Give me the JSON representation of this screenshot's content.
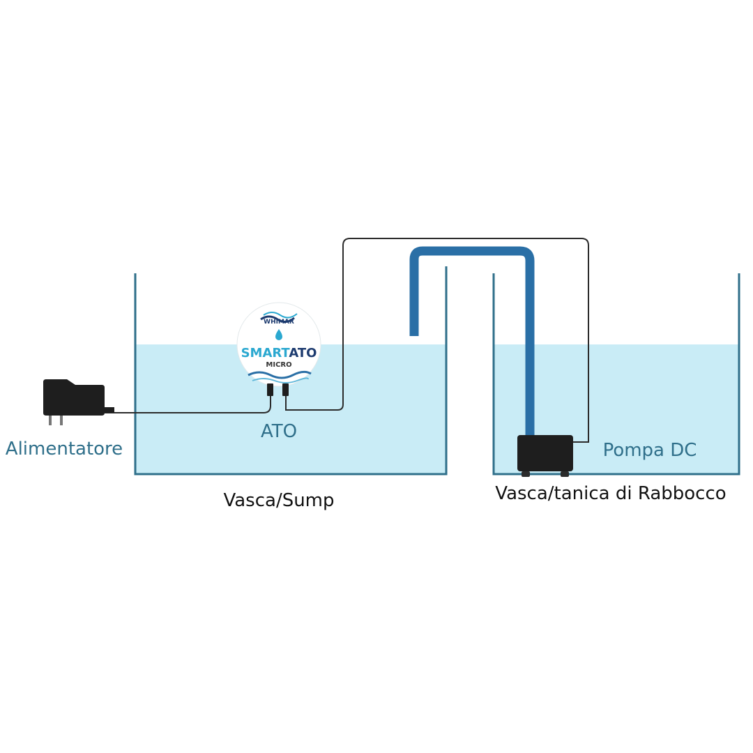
{
  "labels": {
    "power_supply": "Alimentatore",
    "ato": "ATO",
    "sump": "Vasca/Sump",
    "dc_pump": "Pompa DC",
    "topoff_reservoir": "Vasca/tanica di Rabbocco"
  },
  "device": {
    "brand": "WHIMAR",
    "name_part1": "SMART",
    "name_part2": "ATO",
    "model": "MICRO"
  },
  "colors": {
    "water": "#c9ecf6",
    "tank_outline": "#2f6f8a",
    "tube": "#2a6fa6",
    "cable": "#2b2b2b",
    "label_blue": "#2f6f8a",
    "label_dark": "#111111",
    "brand_cyan": "#2aa8d0",
    "brand_navy": "#1d3b6f"
  },
  "icons": {
    "power_supply": "power-adapter-icon",
    "controller": "ato-controller-icon",
    "pump": "dc-pump-icon",
    "water_drop": "water-drop-icon"
  }
}
